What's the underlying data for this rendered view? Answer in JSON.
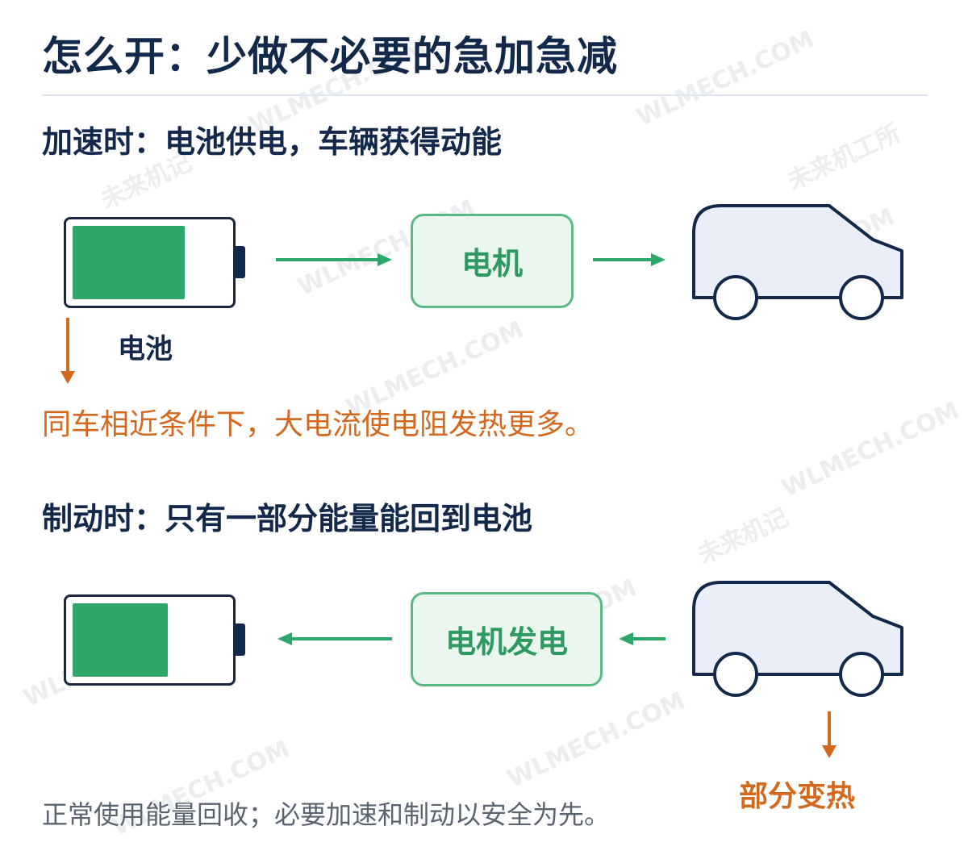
{
  "title": "怎么开：少做不必要的急加急减",
  "acceleration": {
    "heading": "加速时：电池供电，车辆获得动能",
    "battery_label": "电池",
    "motor_label": "电机",
    "battery_level": 0.73,
    "note": "同车相近条件下，大电流使电阻发热更多。"
  },
  "braking": {
    "heading": "制动时：只有一部分能量能回到电池",
    "motor_label": "电机发电",
    "battery_level": 0.62,
    "heat_label": "部分变热"
  },
  "footer": "正常使用能量回收；必要加速和制动以安全为先。",
  "watermarks": [
    "WLMECH.COM",
    "未来机记",
    "未来机工所"
  ],
  "colors": {
    "navy": "#13294b",
    "green": "#2fa76a",
    "green_box_bg": "#eaf6ee",
    "orange": "#d2691e",
    "car_fill": "#e9eef9"
  },
  "icons": [
    "battery-icon",
    "motor-box",
    "car-icon",
    "arrow-right-icon",
    "arrow-left-icon",
    "arrow-down-icon"
  ]
}
